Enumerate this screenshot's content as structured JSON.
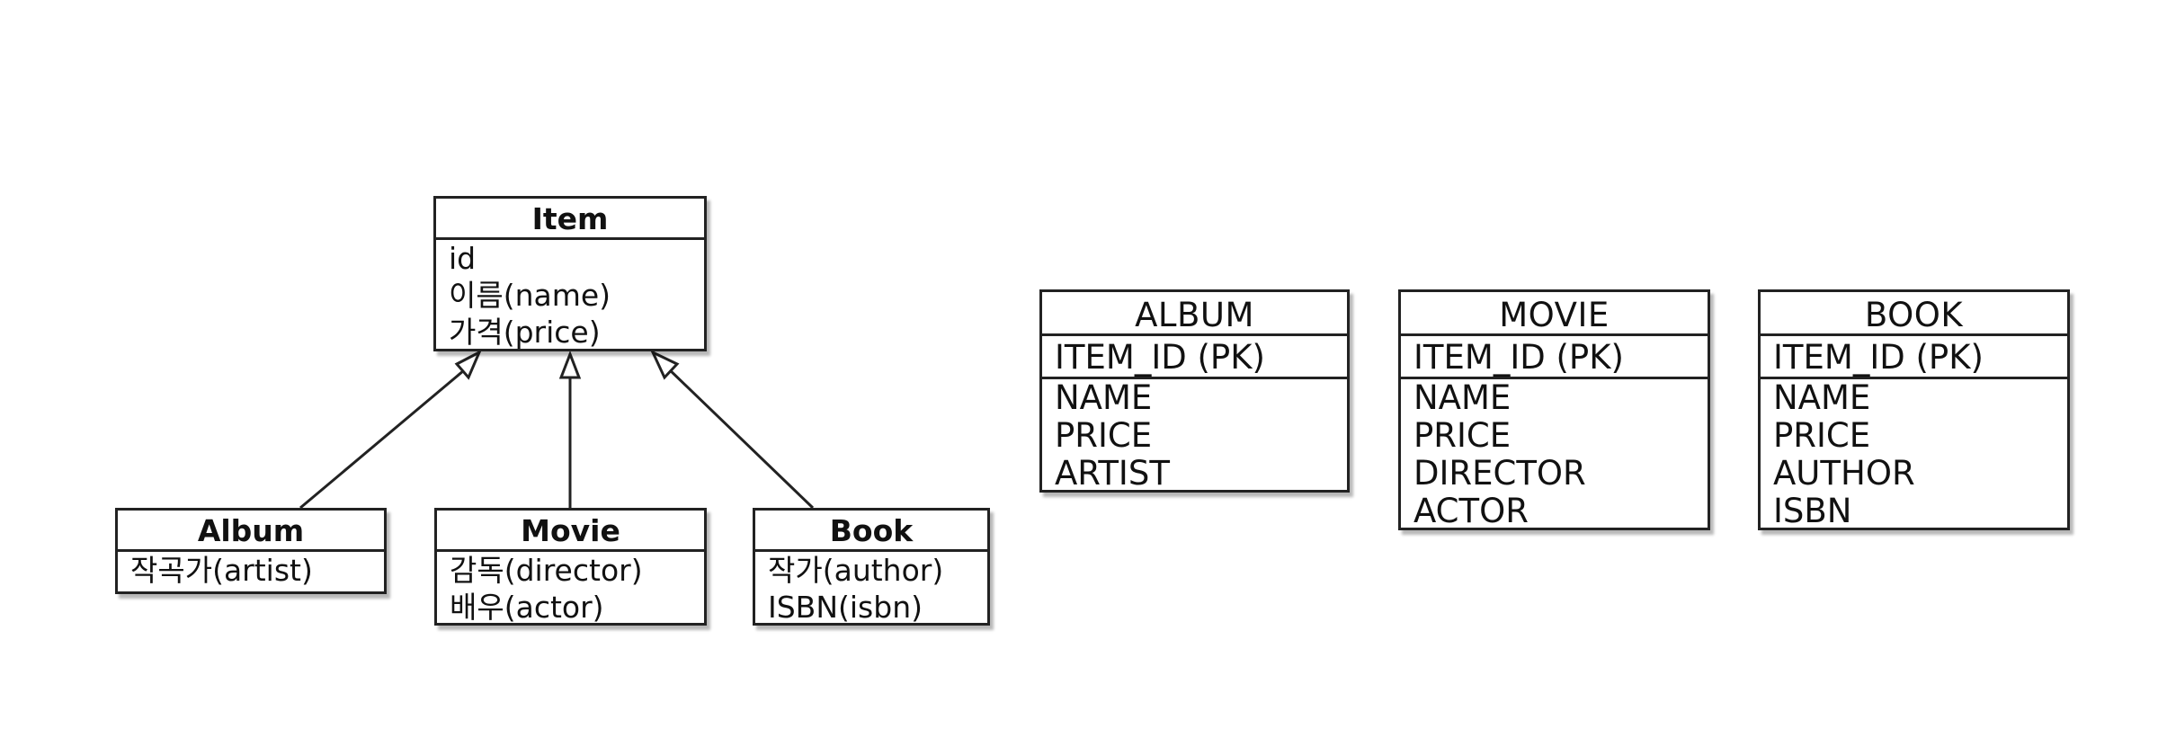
{
  "diagram": {
    "classes": {
      "item": {
        "title": "Item",
        "attributes": [
          "id",
          "이름(name)",
          "가격(price)"
        ]
      },
      "album": {
        "title": "Album",
        "attributes": [
          "작곡가(artist)"
        ]
      },
      "movie": {
        "title": "Movie",
        "attributes": [
          "감독(director)",
          "배우(actor)"
        ]
      },
      "book": {
        "title": "Book",
        "attributes": [
          "작가(author)",
          "ISBN(isbn)"
        ]
      }
    },
    "inheritance": [
      {
        "child": "Album",
        "parent": "Item"
      },
      {
        "child": "Movie",
        "parent": "Item"
      },
      {
        "child": "Book",
        "parent": "Item"
      }
    ],
    "tables": {
      "album": {
        "title": "ALBUM",
        "primary_key": "ITEM_ID (PK)",
        "columns": [
          "NAME",
          "PRICE",
          "ARTIST"
        ]
      },
      "movie": {
        "title": "MOVIE",
        "primary_key": "ITEM_ID (PK)",
        "columns": [
          "NAME",
          "PRICE",
          "DIRECTOR",
          "ACTOR"
        ]
      },
      "book": {
        "title": "BOOK",
        "primary_key": "ITEM_ID (PK)",
        "columns": [
          "NAME",
          "PRICE",
          "AUTHOR",
          "ISBN"
        ]
      }
    },
    "colors": {
      "stroke": "#222222",
      "background": "#ffffff",
      "text": "#111111"
    }
  }
}
